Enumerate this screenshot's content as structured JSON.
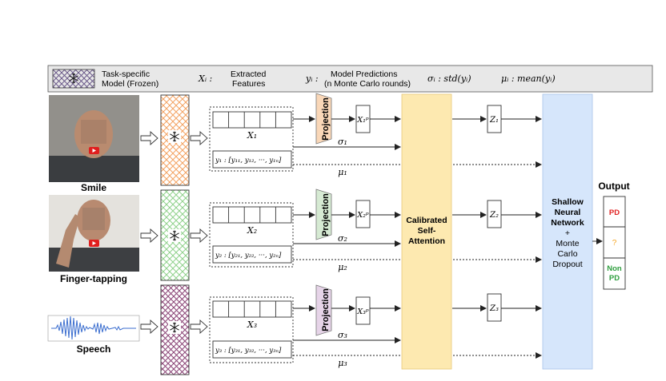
{
  "legend": {
    "frozen_title": "Task-specific Model (Frozen)",
    "x_symbol": "Xᵢ :",
    "x_label": "Extracted Features",
    "y_symbol": "yᵢ :",
    "y_label": "Model Predictions (n Monte Carlo rounds)",
    "sigma_def": "σᵢ : std(yᵢ)",
    "mu_def": "μᵢ : mean(yᵢ)"
  },
  "tasks": [
    {
      "name": "Smile",
      "feature": "X₁",
      "proj": "X₁ᵖ",
      "preds": "y₁ : [y₁₁, y₁₂, ···, y₁ₙ]",
      "sigma": "σ₁",
      "mu": "μ₁",
      "z": "Z₁",
      "proj_color": "#f9d7b8"
    },
    {
      "name": "Finger-tapping",
      "feature": "X₂",
      "proj": "X₂ᵖ",
      "preds": "y₂ : [y₂₁, y₂₂, ···, y₂ₙ]",
      "sigma": "σ₂",
      "mu": "μ₂",
      "z": "Z₂",
      "proj_color": "#d6ead3"
    },
    {
      "name": "Speech",
      "feature": "X₃",
      "proj": "X₃ᵖ",
      "preds": "y₃ : [y₃₁, y₃₂, ···, y₃ₙ]",
      "sigma": "σ₃",
      "mu": "μ₃",
      "z": "Z₃",
      "proj_color": "#e6d4e8"
    }
  ],
  "projection_label": "Projection",
  "attention": {
    "line1": "Calibrated",
    "line2": "Self-",
    "line3": "Attention"
  },
  "network": {
    "line1": "Shallow",
    "line2": "Neural",
    "line3": "Network",
    "plus": "+",
    "line4": "Monte",
    "line5": "Carlo",
    "line6": "Dropout"
  },
  "output": {
    "title": "Output",
    "pd": "PD",
    "unknown": "?",
    "non1": "Non",
    "non2": "PD"
  },
  "colors": {
    "smile_hatch": "#f4a261",
    "tap_hatch": "#8fd18b",
    "speech_hatch": "#8e4a7a",
    "attention_fill": "#fde9b0",
    "network_fill": "#d6e6fb",
    "pd_red": "#e02020",
    "unknown_orange": "#f5a623",
    "nonpd_green": "#2e9e3e"
  },
  "icons": [
    "snowflake-icon",
    "play-button-icon",
    "waveform-icon"
  ]
}
